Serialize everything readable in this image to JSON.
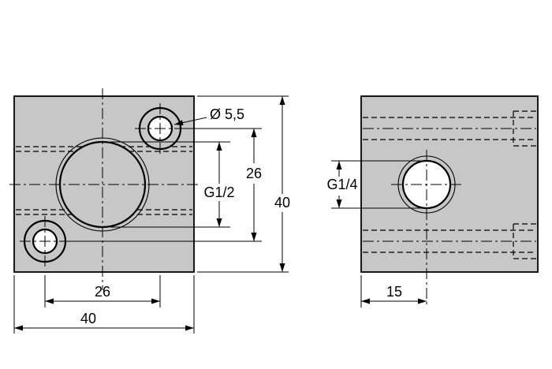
{
  "colors": {
    "background": "#ffffff",
    "block_fill": "#c7c7c7",
    "hole_fill": "#ffffff",
    "line": "#000000"
  },
  "front_view": {
    "labels": {
      "hole_diameter": "Ø 5,5",
      "thread": "G1/2",
      "hole_spacing_vertical": "26",
      "height": "40",
      "hole_spacing_horizontal": "26",
      "width": "40"
    }
  },
  "side_view": {
    "labels": {
      "thread": "G1/4",
      "port_offset": "15"
    }
  }
}
